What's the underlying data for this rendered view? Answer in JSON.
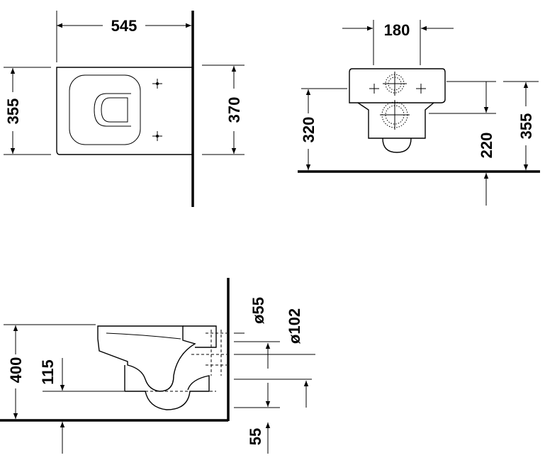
{
  "top_view": {
    "width_label": "545",
    "depth_label": "355",
    "wall_width_label": "370"
  },
  "front_view": {
    "spacing_label": "180",
    "height_left_label": "320",
    "height_mid_label": "220",
    "height_right_label": "355"
  },
  "side_view": {
    "rim_height_label": "400",
    "outlet_height_label": "115",
    "pipe_small_label": "ø55",
    "pipe_large_label": "ø102",
    "offset_label": "55"
  }
}
